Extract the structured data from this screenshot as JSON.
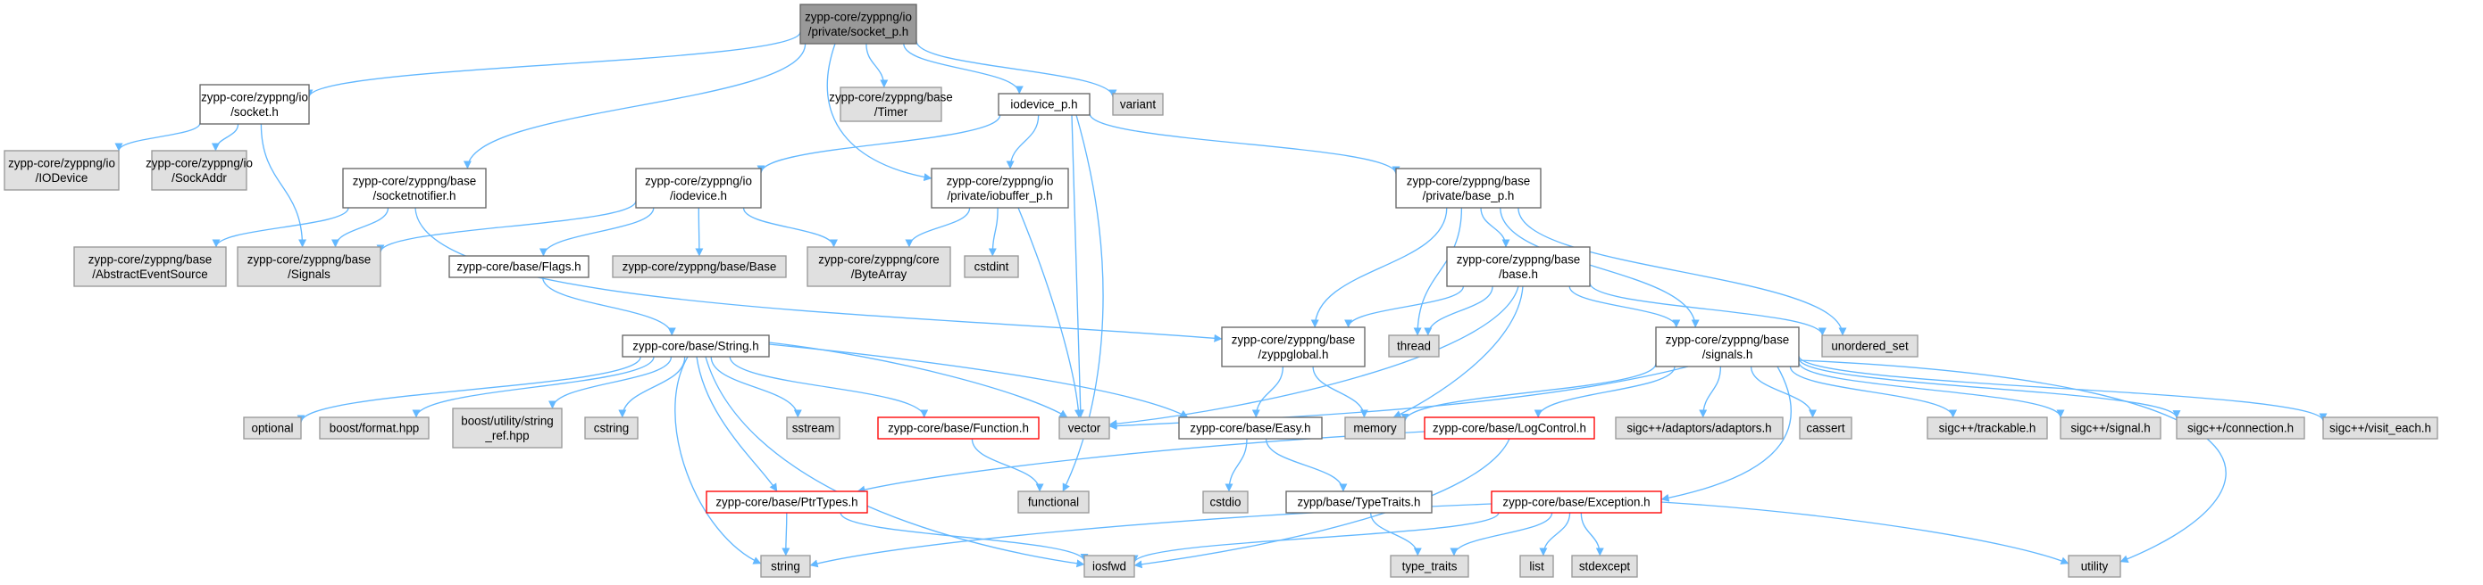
{
  "diagram": {
    "title": "",
    "colors": {
      "edge": "#63b8ff",
      "root_fill": "#999999",
      "root_stroke": "#666666",
      "doc_fill": "#ffffff",
      "doc_stroke": "#666666",
      "sys_fill": "#e0e0e0",
      "sys_stroke": "#999999",
      "missing_stroke": "#ff0000"
    },
    "nodes": [
      {
        "id": "root",
        "kind": "root",
        "lines": [
          "zypp-core/zyppng/io",
          "/private/socket_p.h"
        ]
      },
      {
        "id": "socket_h",
        "kind": "doc",
        "lines": [
          "zypp-core/zyppng/io",
          "/socket.h"
        ]
      },
      {
        "id": "timer",
        "kind": "sys",
        "lines": [
          "zypp-core/zyppng/base",
          "/Timer"
        ]
      },
      {
        "id": "iodevice_p",
        "kind": "doc",
        "lines": [
          "iodevice_p.h"
        ]
      },
      {
        "id": "variant",
        "kind": "sys",
        "lines": [
          "variant"
        ]
      },
      {
        "id": "io_iodevice",
        "kind": "sys",
        "lines": [
          "zypp-core/zyppng/io",
          "/IODevice"
        ]
      },
      {
        "id": "sockaddr",
        "kind": "sys",
        "lines": [
          "zypp-core/zyppng/io",
          "/SockAddr"
        ]
      },
      {
        "id": "socketnotifier",
        "kind": "doc",
        "lines": [
          "zypp-core/zyppng/base",
          "/socketnotifier.h"
        ]
      },
      {
        "id": "iodevice_h",
        "kind": "doc",
        "lines": [
          "zypp-core/zyppng/io",
          "/iodevice.h"
        ]
      },
      {
        "id": "iobuffer_p",
        "kind": "doc",
        "lines": [
          "zypp-core/zyppng/io",
          "/private/iobuffer_p.h"
        ]
      },
      {
        "id": "base_p",
        "kind": "doc",
        "lines": [
          "zypp-core/zyppng/base",
          "/private/base_p.h"
        ]
      },
      {
        "id": "abstracteventsource",
        "kind": "sys",
        "lines": [
          "zypp-core/zyppng/base",
          "/AbstractEventSource"
        ]
      },
      {
        "id": "signals_inc",
        "kind": "sys",
        "lines": [
          "zypp-core/zyppng/base",
          "/Signals"
        ]
      },
      {
        "id": "flags_h",
        "kind": "doc",
        "lines": [
          "zypp-core/base/Flags.h"
        ]
      },
      {
        "id": "base_inc",
        "kind": "sys",
        "lines": [
          "zypp-core/zyppng/base/Base"
        ]
      },
      {
        "id": "bytearray",
        "kind": "sys",
        "lines": [
          "zypp-core/zyppng/core",
          "/ByteArray"
        ]
      },
      {
        "id": "cstdint",
        "kind": "sys",
        "lines": [
          "cstdint"
        ]
      },
      {
        "id": "base_h",
        "kind": "doc",
        "lines": [
          "zypp-core/zyppng/base",
          "/base.h"
        ]
      },
      {
        "id": "string_h",
        "kind": "doc",
        "lines": [
          "zypp-core/base/String.h"
        ]
      },
      {
        "id": "zyppglobal",
        "kind": "doc",
        "lines": [
          "zypp-core/zyppng/base",
          "/zyppglobal.h"
        ]
      },
      {
        "id": "thread",
        "kind": "sys",
        "lines": [
          "thread"
        ]
      },
      {
        "id": "unordered_set",
        "kind": "sys",
        "lines": [
          "unordered_set"
        ]
      },
      {
        "id": "signals_h",
        "kind": "doc",
        "lines": [
          "zypp-core/zyppng/base",
          "/signals.h"
        ]
      },
      {
        "id": "optional",
        "kind": "sys",
        "lines": [
          "optional"
        ]
      },
      {
        "id": "boost_format",
        "kind": "sys",
        "lines": [
          "boost/format.hpp"
        ]
      },
      {
        "id": "boost_string_ref",
        "kind": "sys",
        "lines": [
          "boost/utility/string",
          "_ref.hpp"
        ]
      },
      {
        "id": "cstring",
        "kind": "sys",
        "lines": [
          "cstring"
        ]
      },
      {
        "id": "sstream",
        "kind": "sys",
        "lines": [
          "sstream"
        ]
      },
      {
        "id": "function_h",
        "kind": "missing",
        "lines": [
          "zypp-core/base/Function.h"
        ]
      },
      {
        "id": "vector",
        "kind": "sys",
        "lines": [
          "vector"
        ]
      },
      {
        "id": "easy_h",
        "kind": "doc",
        "lines": [
          "zypp-core/base/Easy.h"
        ]
      },
      {
        "id": "memory",
        "kind": "sys",
        "lines": [
          "memory"
        ]
      },
      {
        "id": "logcontrol_h",
        "kind": "missing",
        "lines": [
          "zypp-core/base/LogControl.h"
        ]
      },
      {
        "id": "sigc_adaptors",
        "kind": "sys",
        "lines": [
          "sigc++/adaptors/adaptors.h"
        ]
      },
      {
        "id": "cassert",
        "kind": "sys",
        "lines": [
          "cassert"
        ]
      },
      {
        "id": "sigc_trackable",
        "kind": "sys",
        "lines": [
          "sigc++/trackable.h"
        ]
      },
      {
        "id": "sigc_signal",
        "kind": "sys",
        "lines": [
          "sigc++/signal.h"
        ]
      },
      {
        "id": "sigc_connection",
        "kind": "sys",
        "lines": [
          "sigc++/connection.h"
        ]
      },
      {
        "id": "sigc_visit_each",
        "kind": "sys",
        "lines": [
          "sigc++/visit_each.h"
        ]
      },
      {
        "id": "ptrtypes_h",
        "kind": "missing",
        "lines": [
          "zypp-core/base/PtrTypes.h"
        ]
      },
      {
        "id": "functional",
        "kind": "sys",
        "lines": [
          "functional"
        ]
      },
      {
        "id": "cstdio",
        "kind": "sys",
        "lines": [
          "cstdio"
        ]
      },
      {
        "id": "typetraits_h",
        "kind": "doc",
        "lines": [
          "zypp/base/TypeTraits.h"
        ]
      },
      {
        "id": "exception_h",
        "kind": "missing",
        "lines": [
          "zypp-core/base/Exception.h"
        ]
      },
      {
        "id": "string",
        "kind": "sys",
        "lines": [
          "string"
        ]
      },
      {
        "id": "iosfwd",
        "kind": "sys",
        "lines": [
          "iosfwd"
        ]
      },
      {
        "id": "type_traits",
        "kind": "sys",
        "lines": [
          "type_traits"
        ]
      },
      {
        "id": "list",
        "kind": "sys",
        "lines": [
          "list"
        ]
      },
      {
        "id": "stdexcept",
        "kind": "sys",
        "lines": [
          "stdexcept"
        ]
      },
      {
        "id": "utility",
        "kind": "sys",
        "lines": [
          "utility"
        ]
      }
    ],
    "edges": [
      [
        "root",
        "socket_h"
      ],
      [
        "root",
        "timer"
      ],
      [
        "root",
        "iodevice_p"
      ],
      [
        "root",
        "variant"
      ],
      [
        "root",
        "socketnotifier"
      ],
      [
        "root",
        "iobuffer_p"
      ],
      [
        "socket_h",
        "io_iodevice"
      ],
      [
        "socket_h",
        "sockaddr"
      ],
      [
        "socket_h",
        "signals_inc"
      ],
      [
        "socketnotifier",
        "abstracteventsource"
      ],
      [
        "socketnotifier",
        "signals_inc"
      ],
      [
        "socketnotifier",
        "zyppglobal"
      ],
      [
        "iodevice_p",
        "iodevice_h"
      ],
      [
        "iodevice_p",
        "iobuffer_p"
      ],
      [
        "iodevice_p",
        "base_p"
      ],
      [
        "iodevice_p",
        "vector"
      ],
      [
        "iodevice_p",
        "functional"
      ],
      [
        "iodevice_h",
        "signals_inc"
      ],
      [
        "iodevice_h",
        "flags_h"
      ],
      [
        "iodevice_h",
        "base_inc"
      ],
      [
        "iodevice_h",
        "bytearray"
      ],
      [
        "iobuffer_p",
        "bytearray"
      ],
      [
        "iobuffer_p",
        "cstdint"
      ],
      [
        "iobuffer_p",
        "vector"
      ],
      [
        "base_p",
        "base_h"
      ],
      [
        "base_p",
        "zyppglobal"
      ],
      [
        "base_p",
        "thread"
      ],
      [
        "base_p",
        "unordered_set"
      ],
      [
        "base_p",
        "signals_h"
      ],
      [
        "flags_h",
        "string_h"
      ],
      [
        "base_h",
        "zyppglobal"
      ],
      [
        "base_h",
        "thread"
      ],
      [
        "base_h",
        "unordered_set"
      ],
      [
        "base_h",
        "signals_h"
      ],
      [
        "base_h",
        "memory"
      ],
      [
        "base_h",
        "vector"
      ],
      [
        "string_h",
        "optional"
      ],
      [
        "string_h",
        "boost_format"
      ],
      [
        "string_h",
        "boost_string_ref"
      ],
      [
        "string_h",
        "cstring"
      ],
      [
        "string_h",
        "sstream"
      ],
      [
        "string_h",
        "function_h"
      ],
      [
        "string_h",
        "vector"
      ],
      [
        "string_h",
        "easy_h"
      ],
      [
        "string_h",
        "ptrtypes_h"
      ],
      [
        "string_h",
        "string"
      ],
      [
        "string_h",
        "iosfwd"
      ],
      [
        "zyppglobal",
        "easy_h"
      ],
      [
        "zyppglobal",
        "memory"
      ],
      [
        "signals_h",
        "memory"
      ],
      [
        "signals_h",
        "logcontrol_h"
      ],
      [
        "signals_h",
        "sigc_adaptors"
      ],
      [
        "signals_h",
        "cassert"
      ],
      [
        "signals_h",
        "sigc_trackable"
      ],
      [
        "signals_h",
        "sigc_signal"
      ],
      [
        "signals_h",
        "sigc_connection"
      ],
      [
        "signals_h",
        "sigc_visit_each"
      ],
      [
        "signals_h",
        "exception_h"
      ],
      [
        "signals_h",
        "utility"
      ],
      [
        "signals_h",
        "vector"
      ],
      [
        "function_h",
        "functional"
      ],
      [
        "easy_h",
        "cstdio"
      ],
      [
        "easy_h",
        "typetraits_h"
      ],
      [
        "logcontrol_h",
        "ptrtypes_h"
      ],
      [
        "logcontrol_h",
        "iosfwd"
      ],
      [
        "ptrtypes_h",
        "string"
      ],
      [
        "ptrtypes_h",
        "iosfwd"
      ],
      [
        "typetraits_h",
        "type_traits"
      ],
      [
        "exception_h",
        "string"
      ],
      [
        "exception_h",
        "iosfwd"
      ],
      [
        "exception_h",
        "type_traits"
      ],
      [
        "exception_h",
        "list"
      ],
      [
        "exception_h",
        "stdexcept"
      ],
      [
        "exception_h",
        "utility"
      ]
    ]
  }
}
